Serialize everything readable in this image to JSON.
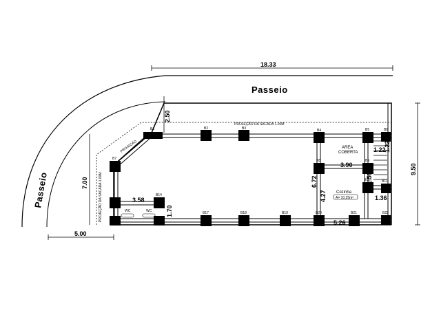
{
  "streets": {
    "top": "Passeio",
    "left": "Passeio"
  },
  "dimensions": {
    "total_width": "18.33",
    "height_left": "7.00",
    "height_right": "9.50",
    "offset_left": "5.00",
    "top_setback": "2.50",
    "wall_390": "3.90",
    "wall_672": "6.72",
    "wall_427": "4.27",
    "wall_526": "5.26",
    "wall_358": "3.58",
    "wall_170": "1.70",
    "wall_122a": "1.22",
    "wall_122b": "1.22",
    "wall_156": "1.56",
    "wall_136": "1.36"
  },
  "labels": {
    "projection": "PROJEÇÃO DA SACADA 1.00M",
    "area_coberta_1": "AREA",
    "area_coberta_2": "COBERTA",
    "cozinha": "Cozinha",
    "cozinha_area": "A= 10,25m²",
    "diag_note": "PROJEÇÃO",
    "vert_note": "PROJEÇÃO DA SACADA 1.00M",
    "wc1": "WC",
    "wc2": "WC"
  },
  "pillars": {
    "b1": "B1",
    "b2": "B2",
    "b3": "B3",
    "b4": "B4",
    "b5": "B5",
    "b6": "B6",
    "b7": "B7",
    "b8": "B8",
    "b9": "B9",
    "b10": "B10",
    "b11": "B11",
    "b14": "B14",
    "b17": "B17",
    "b18": "B18",
    "b19": "B19",
    "b20": "B20",
    "b21": "B21",
    "b22": "B22"
  }
}
